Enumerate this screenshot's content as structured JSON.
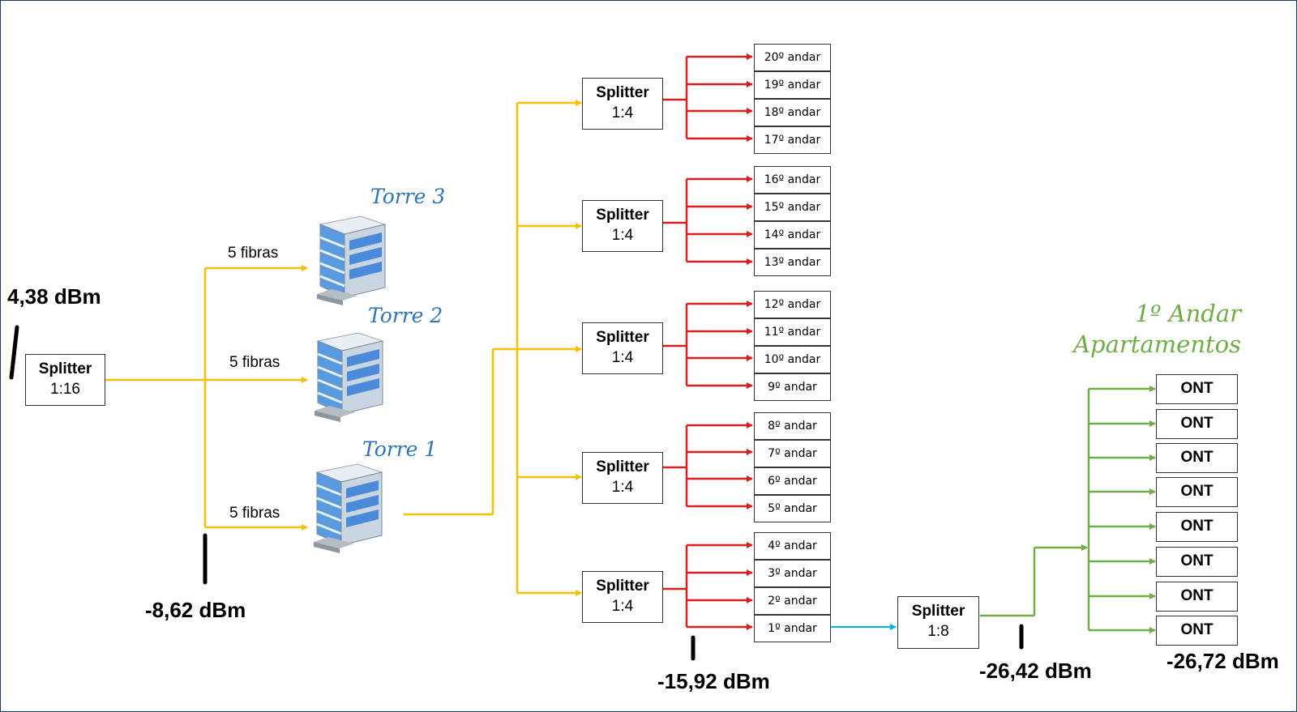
{
  "power_levels": {
    "input": "4,38 dBm",
    "after_splitter_16": "-8,62 dBm",
    "after_splitter_4": "-15,92 dBm",
    "after_splitter_8": "-26,42 dBm",
    "at_ont": "-26,72 dBm"
  },
  "main_splitter": {
    "name": "Splitter",
    "ratio": "1:16"
  },
  "fiber_labels": [
    "5 fibras",
    "5 fibras",
    "5 fibras"
  ],
  "towers": [
    "Torre 3",
    "Torre 2",
    "Torre 1"
  ],
  "floor_splitters": [
    {
      "name": "Splitter",
      "ratio": "1:4",
      "floors": [
        "20º andar",
        "19º andar",
        "18º andar",
        "17º andar"
      ]
    },
    {
      "name": "Splitter",
      "ratio": "1:4",
      "floors": [
        "16º andar",
        "15º andar",
        "14º andar",
        "13º andar"
      ]
    },
    {
      "name": "Splitter",
      "ratio": "1:4",
      "floors": [
        "12º andar",
        "11º andar",
        "10º andar",
        "9º andar"
      ]
    },
    {
      "name": "Splitter",
      "ratio": "1:4",
      "floors": [
        "8º andar",
        "7º andar",
        "6º andar",
        "5º andar"
      ]
    },
    {
      "name": "Splitter",
      "ratio": "1:4",
      "floors": [
        "4º andar",
        "3º andar",
        "2º andar",
        "1º andar"
      ]
    }
  ],
  "apartment_splitter": {
    "name": "Splitter",
    "ratio": "1:8"
  },
  "apartments_title": {
    "line1": "1º Andar",
    "line2": "Apartamentos"
  },
  "onts": [
    "ONT",
    "ONT",
    "ONT",
    "ONT",
    "ONT",
    "ONT",
    "ONT",
    "ONT"
  ],
  "colors": {
    "yellow_fiber": "#f5c000",
    "red_fiber": "#d32020",
    "blue_fiber": "#00b0f0",
    "green_fiber": "#70ad47",
    "tower_label": "#2e75b6"
  },
  "icons": {
    "building": "office-building-icon"
  }
}
